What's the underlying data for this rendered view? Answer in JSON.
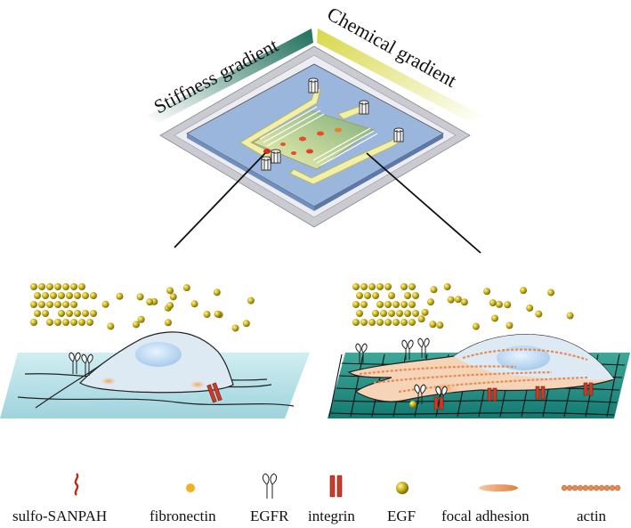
{
  "gradients": {
    "stiffness_label": "Stiffness gradient",
    "chemical_label": "Chemical gradient"
  },
  "legend": {
    "items": [
      {
        "label": "sulfo-SANPAH",
        "icon": "sulfo-sanpah-icon"
      },
      {
        "label": "fibronectin",
        "icon": "fibronectin-icon"
      },
      {
        "label": "EGFR",
        "icon": "egfr-icon"
      },
      {
        "label": "integrin",
        "icon": "integrin-icon"
      },
      {
        "label": "EGF",
        "icon": "egf-icon"
      },
      {
        "label": "focal adhesion",
        "icon": "focal-adhesion-icon"
      },
      {
        "label": "actin",
        "icon": "actin-icon"
      }
    ]
  },
  "colors": {
    "stiffness_dark": "#1f6f5c",
    "chemical_yellow": "#d8d84a",
    "chip_blue": "#9bb6dd",
    "chamber_yellow": "#f1f0a6",
    "cell_blue": "#dfeaf4",
    "egf_gold": "#c9b21a",
    "integrin_red": "#c83c28",
    "actin_orange": "#e58a55",
    "substrate_light": "#bfe4ea",
    "substrate_dark": "#1f8f86"
  }
}
